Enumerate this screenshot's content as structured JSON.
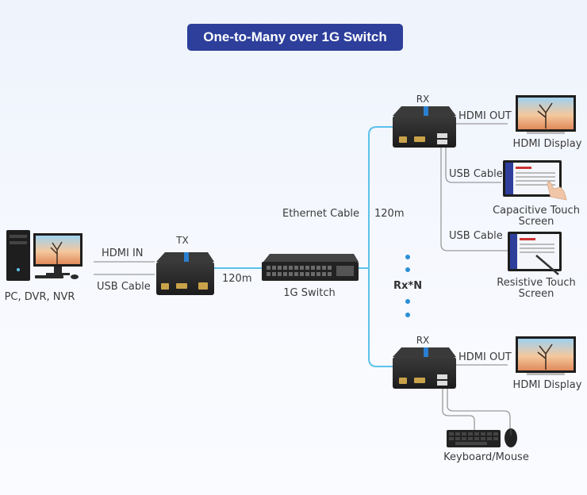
{
  "title": "One-to-Many over 1G Switch",
  "labels": {
    "source": "PC, DVR, NVR",
    "hdmi_in": "HDMI  IN",
    "usb_cable_tx": "USB Cable",
    "tx": "TX",
    "dist_tx": "120m",
    "switch": "1G Switch",
    "ethernet_cable": "Ethernet Cable",
    "dist_rx": "120m",
    "rx_n": "Rx*N",
    "rx_top": "RX",
    "rx_bottom": "RX",
    "hdmi_out_top": "HDMI  OUT",
    "hdmi_out_bottom": "HDMI  OUT",
    "hdmi_display_top": "HDMI  Display",
    "hdmi_display_bottom": "HDMI  Display",
    "usb_cable_cap": "USB Cable",
    "usb_cable_res": "USB Cable",
    "capacitive_1": "Capacitive Touch",
    "capacitive_2": "Screen",
    "resistive_1": "Resistive Touch",
    "resistive_2": "Screen",
    "keyboard_mouse": "Keyboard/Mouse"
  },
  "colors": {
    "ethernet": "#5bc2ea",
    "badge": "#2d3f9b",
    "device": "#2a2a2a",
    "cable": "#9a9a9a",
    "dots": "#2b8fd6"
  }
}
